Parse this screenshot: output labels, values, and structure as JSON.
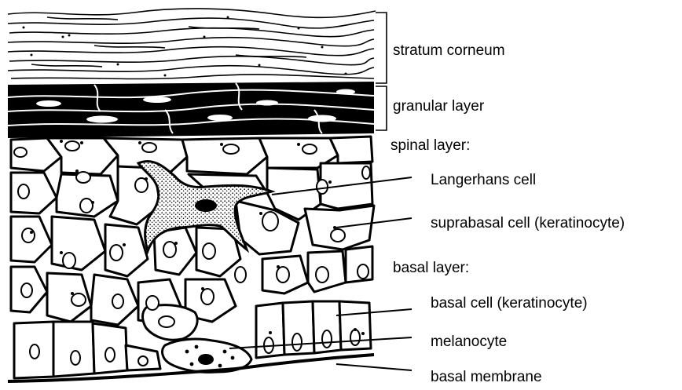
{
  "labels": {
    "stratum_corneum": "stratum corneum",
    "granular_layer": "granular layer",
    "spinal_layer": "spinal layer:",
    "langerhans_cell": "Langerhans cell",
    "suprabasal_cell": "suprabasal cell (keratinocyte)",
    "basal_layer": "basal layer:",
    "basal_cell": "basal cell (keratinocyte)",
    "melanocyte": "melanocyte",
    "basal_membrane": "basal membrane"
  },
  "colors": {
    "ink": "#000000",
    "paper": "#ffffff",
    "langerhans_stipple": "#555555"
  }
}
